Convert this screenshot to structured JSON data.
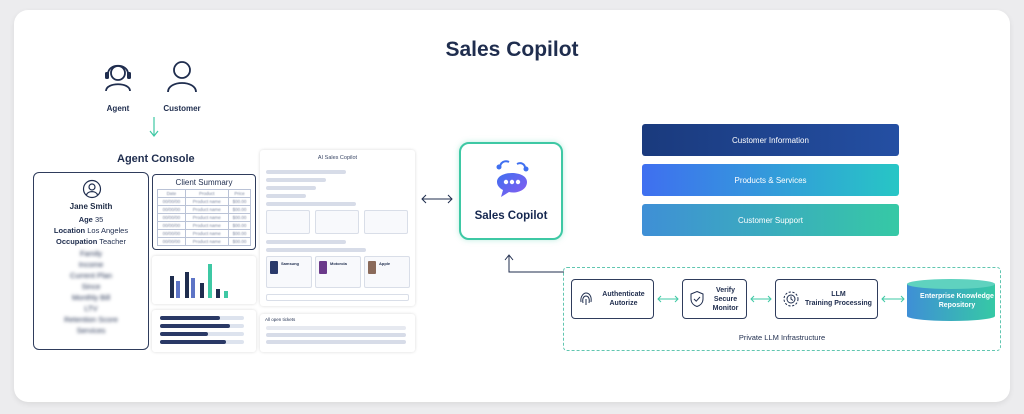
{
  "title": "Sales Copilot",
  "roles": {
    "agent": "Agent",
    "customer": "Customer"
  },
  "console": {
    "title": "Agent Console",
    "profile": {
      "name": "Jane Smith",
      "fields": [
        {
          "key": "Age",
          "value": "35"
        },
        {
          "key": "Location",
          "value": "Los Angeles"
        },
        {
          "key": "Occupation",
          "value": "Teacher"
        }
      ],
      "blurred_fields": [
        "Family",
        "Income",
        "Current Plan",
        "Since",
        "Monthly Bill",
        "LTV",
        "Retention Score",
        "Services"
      ]
    },
    "summary": {
      "title": "Client Summary",
      "columns": [
        "Date",
        "Product",
        "Price"
      ],
      "rows": [
        [
          "00/00/00",
          "Product name",
          "$00.00"
        ],
        [
          "00/00/00",
          "Product name",
          "$00.00"
        ],
        [
          "00/00/00",
          "Product name",
          "$00.00"
        ],
        [
          "00/00/00",
          "Product name",
          "$00.00"
        ],
        [
          "00/00/00",
          "Product name",
          "$00.00"
        ],
        [
          "00/00/00",
          "Product name",
          "$00.00"
        ]
      ]
    },
    "chat": {
      "title": "AI Sales Copilot",
      "products": [
        "Samsung",
        "Motorola",
        "Apple"
      ]
    },
    "tickets": {
      "title": "All open tickets"
    }
  },
  "copilot": {
    "label": "Sales Copilot"
  },
  "sources": {
    "customer_information": "Customer Information",
    "products_services": "Products & Services",
    "customer_support": "Customer Support"
  },
  "infrastructure": {
    "label": "Private LLM Infrastructure",
    "authenticate": [
      "Authenticate",
      "Autorize"
    ],
    "verify": [
      "Verify",
      "Secure",
      "Monitor"
    ],
    "llm": [
      "LLM",
      "Training Processing"
    ],
    "repository": [
      "Enterprise Knowledge",
      "Repository"
    ]
  },
  "colors": {
    "navy": "#1f2d4e",
    "teal": "#3ec8a4",
    "info_bar": "#1d3f86",
    "products_start": "#3f6ff0",
    "products_end": "#27c6c5",
    "support_start": "#3f8fd6",
    "support_end": "#36c9a5"
  },
  "icons": [
    "headset-icon",
    "person-icon",
    "fingerprint-icon",
    "shield-check-icon",
    "gear-processing-icon",
    "database-icon",
    "copilot-chat-icon"
  ]
}
